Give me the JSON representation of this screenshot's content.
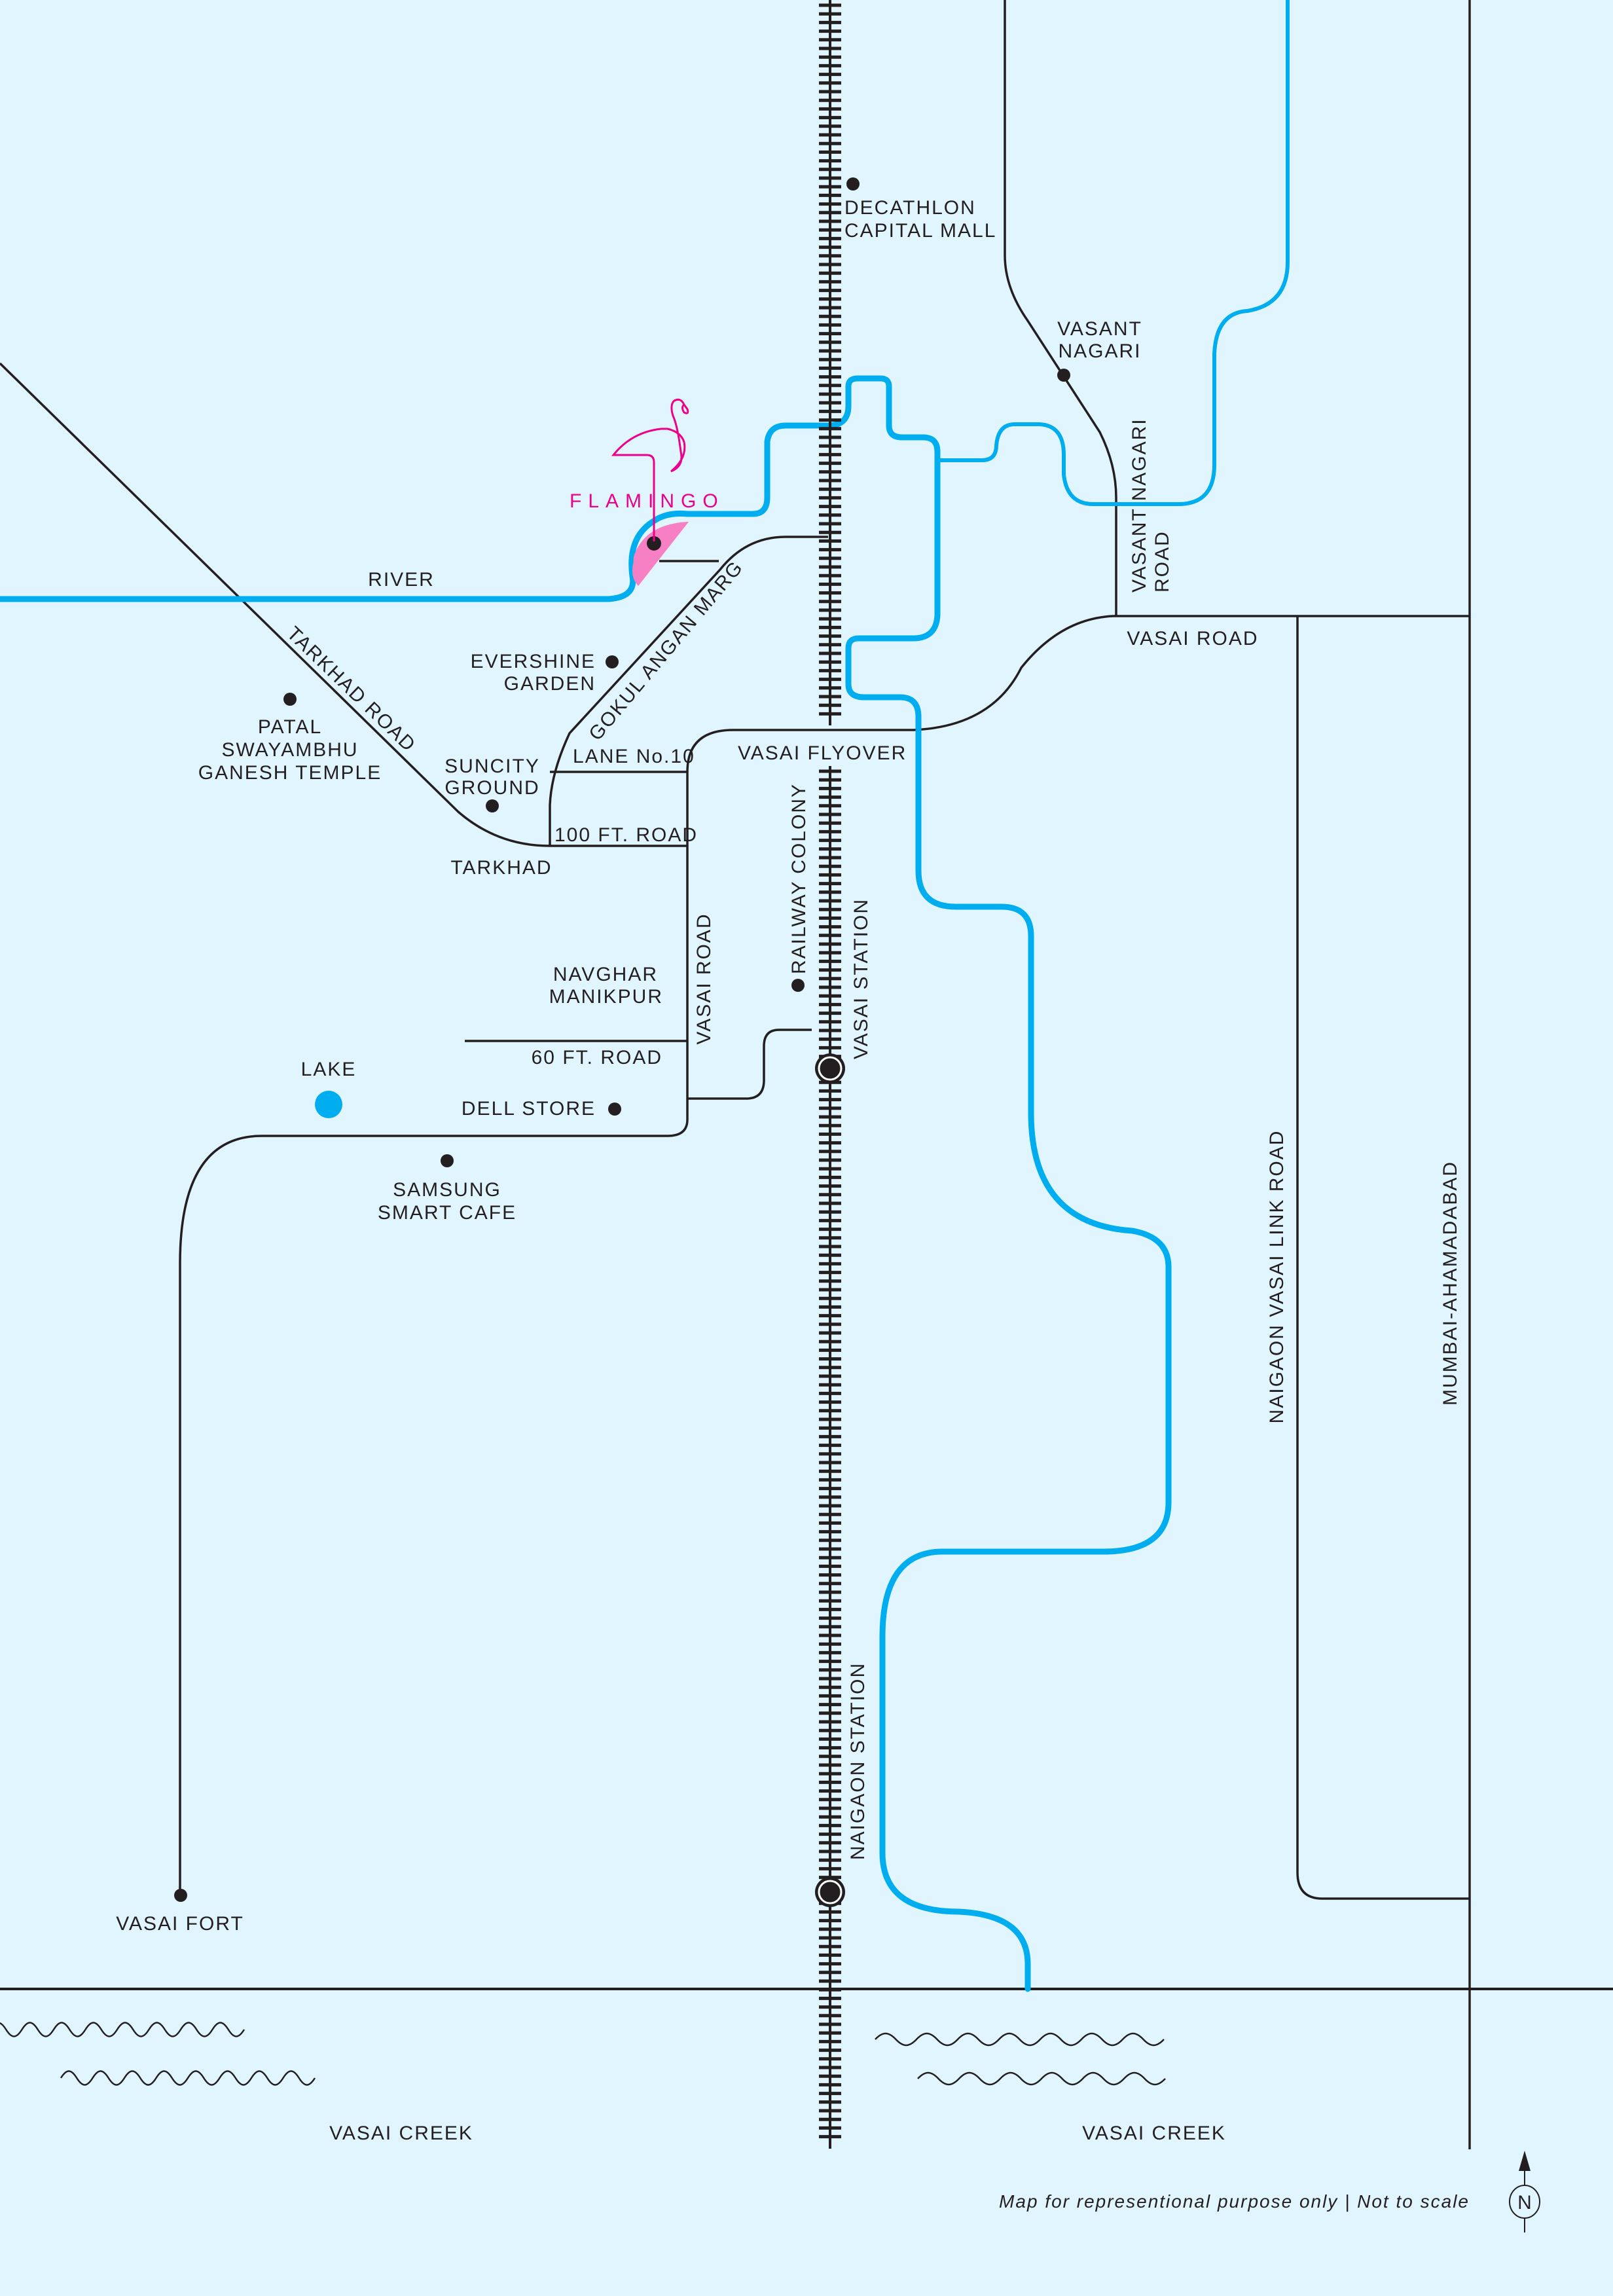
{
  "map": {
    "title": "Vasai location map",
    "colors": {
      "background": "#e1f5fe",
      "river": "#00aeef",
      "road": "#231f20",
      "brand": "#ec008c",
      "project_zone": "#f77fc4"
    },
    "project": {
      "name": "FLAMINGO",
      "icon": "flamingo-icon"
    },
    "water": {
      "river_label": "RIVER",
      "lake_label": "LAKE",
      "creek_left_label": "VASAI CREEK",
      "creek_right_label": "VASAI CREEK"
    },
    "roads": {
      "tarkhad_road": "TARKHAD ROAD",
      "gokul_angan_marg": "GOKUL ANGAN MARG",
      "lane_10": "LANE No.10",
      "ft100_road": "100 FT. ROAD",
      "vasai_flyover": "VASAI FLYOVER",
      "vasai_road_vertical": "VASAI ROAD",
      "ft60_road": "60 FT. ROAD",
      "vasai_road_east": "VASAI ROAD",
      "vasant_nagari_road_line1": "VASANT NAGARI",
      "vasant_nagari_road_line2": "ROAD",
      "naigaon_vasai_link_road": "NAIGAON VASAI LINK ROAD",
      "mumbai_ahamadabad": "MUMBAI-AHAMADABAD"
    },
    "landmarks": {
      "decathlon": [
        "DECATHLON",
        "CAPITAL MALL"
      ],
      "vasant_nagari": [
        "VASANT",
        "NAGARI"
      ],
      "evershine_garden": [
        "EVERSHINE",
        "GARDEN"
      ],
      "patal_ganesh": [
        "PATAL",
        "SWAYAMBHU",
        "GANESH TEMPLE"
      ],
      "suncity_ground": [
        "SUNCITY",
        "GROUND"
      ],
      "tarkhad": "TARKHAD",
      "navghar_manikpur": [
        "NAVGHAR",
        "MANIKPUR"
      ],
      "railway_colony": "RAILWAY COLONY",
      "dell_store": "DELL STORE",
      "samsung_cafe": [
        "SAMSUNG",
        "SMART CAFE"
      ],
      "vasai_fort": "VASAI FORT"
    },
    "stations": {
      "vasai": "VASAI STATION",
      "naigaon": "NAIGAON STATION"
    },
    "footer": {
      "disclaimer": "Map for representional purpose only | Not to scale",
      "north_label": "N",
      "north_icon": "north-arrow-icon"
    }
  }
}
